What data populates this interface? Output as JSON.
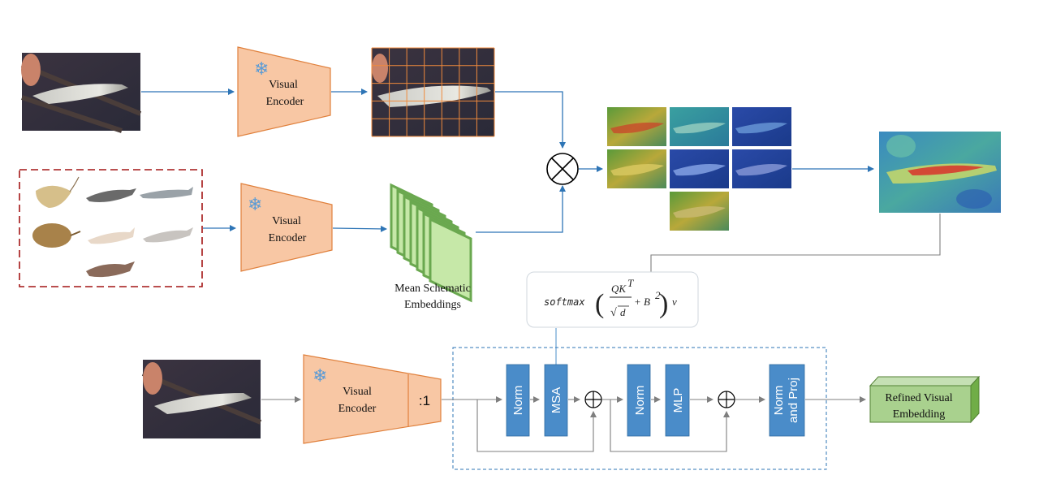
{
  "top_encoder": {
    "line1": "Visual",
    "line2": "Encoder"
  },
  "middle_encoder": {
    "line1": "Visual",
    "line2": "Encoder"
  },
  "bottom_encoder": {
    "line1": "Visual",
    "line2": "Encoder",
    "token": ":1"
  },
  "embeddings_label": {
    "line1": "Mean Schematic",
    "line2": "Embeddings"
  },
  "formula": {
    "fn": "softmax",
    "numerator": "QK",
    "numerator_sup": "T",
    "denominator": "d",
    "plus": "+ B",
    "plus_sup": "2",
    "suffix": "v"
  },
  "blocks": {
    "norm1": "Norm",
    "msa": "MSA",
    "norm2": "Norm",
    "mlp": "MLP",
    "norm_proj_line1": "Norm",
    "norm_proj_line2": "and Proj"
  },
  "output": {
    "line1": "Refined Visual",
    "line2": "Embedding"
  },
  "colors": {
    "encoder_fill": "#f8c7a4",
    "encoder_stroke": "#e0803c",
    "block_fill": "#4a8cc9",
    "arrow_blue": "#2e75b6",
    "arrow_gray": "#7f7f7f",
    "embed_fill": "#c6e8a8",
    "embed_stroke": "#6aa84f",
    "dashed_red": "#a31515",
    "output_fill": "#a9d18e",
    "output_stroke": "#548235"
  },
  "icons": [
    "snowflake-icon",
    "multiply-circle-icon",
    "plus-circle-icon"
  ]
}
